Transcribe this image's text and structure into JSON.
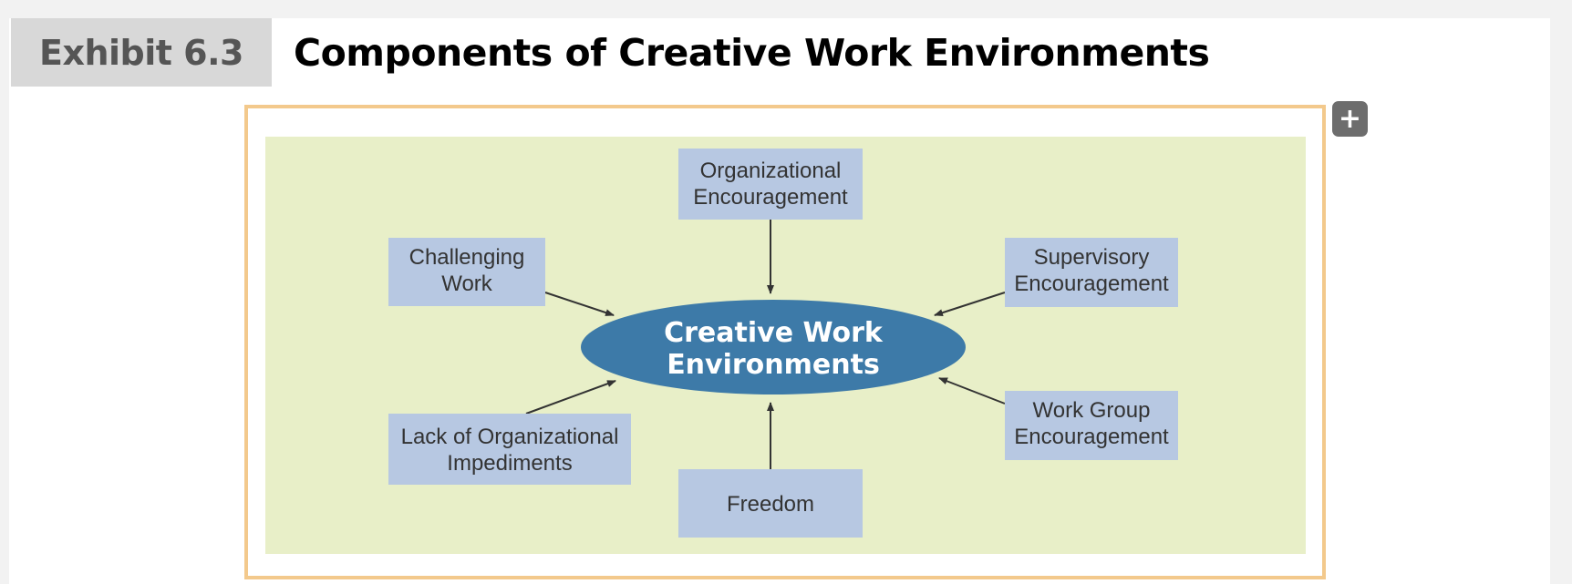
{
  "header": {
    "exhibit_label": "Exhibit 6.3",
    "title": "Components of Creative Work Environments"
  },
  "figure": {
    "expand_icon": "plus-icon",
    "center": {
      "line1": "Creative Work",
      "line2": "Environments"
    },
    "components": [
      {
        "id": "organizational-encouragement",
        "lines": [
          "Organizational",
          "Encouragement"
        ]
      },
      {
        "id": "challenging-work",
        "lines": [
          "Challenging",
          "Work"
        ]
      },
      {
        "id": "supervisory-encouragement",
        "lines": [
          "Supervisory",
          "Encouragement"
        ]
      },
      {
        "id": "lack-of-organizational-impediments",
        "lines": [
          "Lack of Organizational",
          "Impediments"
        ]
      },
      {
        "id": "work-group-encouragement",
        "lines": [
          "Work Group",
          "Encouragement"
        ]
      },
      {
        "id": "freedom",
        "lines": [
          "Freedom"
        ]
      }
    ],
    "colors": {
      "panel": "#e8efc8",
      "box": "#b7c8e2",
      "ellipse": "#3d7aa8",
      "frame": "#f3c98c",
      "arrow": "#333333"
    }
  }
}
